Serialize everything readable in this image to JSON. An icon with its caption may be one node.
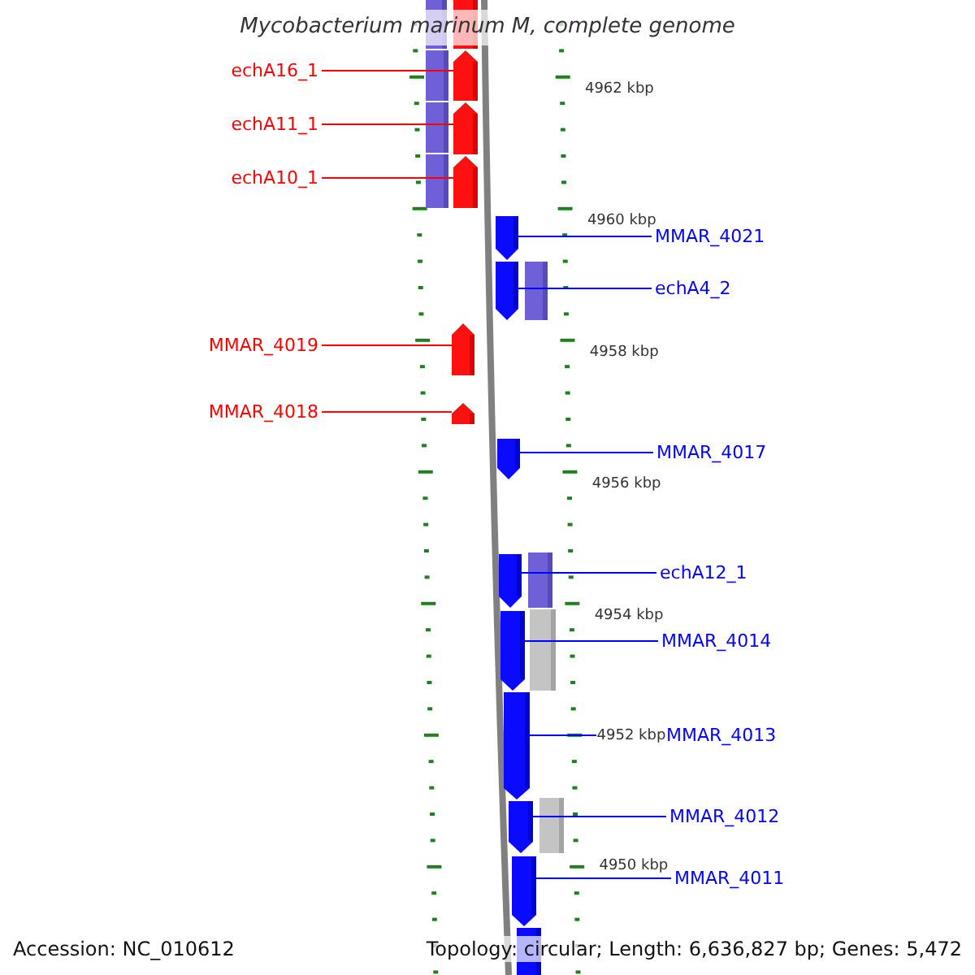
{
  "diagram": {
    "title": "Mycobacterium marinum M, complete genome",
    "nodes": [
      {
        "text": [],
        "shape": "box"
      },
      {
        "text": [],
        "shape": "box"
      },
      {
        "text": [
          "echA16_1"
        ]
      },
      {
        "text": [],
        "shape": "box"
      },
      {
        "text": [],
        "shape": "arrow"
      },
      {
        "text": [
          "echA11_1"
        ]
      },
      {
        "text": [],
        "shape": "box"
      },
      {
        "text": [],
        "shape": "arrow"
      },
      {
        "text": [
          "echA10_1"
        ]
      },
      {
        "text": [],
        "shape": "box"
      },
      {
        "text": [],
        "shape": "arrow"
      },
      {
        "text": [],
        "shape": "arrow"
      },
      {
        "text": [
          "MMAR_4021"
        ]
      },
      {
        "text": [],
        "shape": "arrow"
      },
      {
        "text": [],
        "shape": "box"
      },
      {
        "text": [
          "echA4_2"
        ]
      },
      {
        "text": [
          "MMAR_4019"
        ]
      },
      {
        "text": [],
        "shape": "arrow"
      },
      {
        "text": [
          "MMAR_4018"
        ]
      },
      {
        "text": [],
        "shape": "arrow"
      },
      {
        "text": [],
        "shape": "arrow"
      },
      {
        "text": [
          "MMAR_4017"
        ]
      },
      {
        "text": [],
        "shape": "arrow"
      },
      {
        "text": [],
        "shape": "box"
      },
      {
        "text": [
          "echA12_1"
        ]
      },
      {
        "text": [],
        "shape": "arrow"
      },
      {
        "text": [],
        "shape": "box"
      },
      {
        "text": [
          "MMAR_4014"
        ]
      },
      {
        "text": [],
        "shape": "arrow"
      },
      {
        "text": [
          "MMAR_4013"
        ]
      },
      {
        "text": [],
        "shape": "arrow"
      },
      {
        "text": [],
        "shape": "box"
      },
      {
        "text": [
          "MMAR_4012"
        ]
      },
      {
        "text": [],
        "shape": "arrow"
      },
      {
        "text": [
          "MMAR_4011"
        ]
      },
      {
        "text": [],
        "shape": "box"
      }
    ],
    "edges": [
      {
        "from": 2,
        "to": 4,
        "arrow": "none",
        "color": "#ff0000"
      },
      {
        "from": 5,
        "to": 7,
        "arrow": "none",
        "color": "#ff0000"
      },
      {
        "from": 8,
        "to": 10,
        "arrow": "none",
        "color": "#ff0000"
      },
      {
        "from": 12,
        "to": 11,
        "arrow": "none"
      },
      {
        "from": 15,
        "to": 13,
        "arrow": "none"
      },
      {
        "from": 16,
        "to": 17,
        "arrow": "none",
        "color": "#ff0000"
      },
      {
        "from": 18,
        "to": 19,
        "arrow": "none",
        "color": "#ff0000"
      },
      {
        "from": 21,
        "to": 20,
        "arrow": "none"
      },
      {
        "from": 24,
        "to": 22,
        "arrow": "none"
      },
      {
        "from": 27,
        "to": 25,
        "arrow": "none"
      },
      {
        "from": 29,
        "to": 28,
        "arrow": "none"
      },
      {
        "from": 32,
        "to": 30,
        "arrow": "none"
      },
      {
        "from": 34,
        "to": 33,
        "arrow": "none"
      }
    ],
    "labels": [
      "4962 kbp",
      "4960 kbp",
      "4958 kbp",
      "4956 kbp",
      "4954 kbp",
      "4952 kbp",
      "4950 kbp",
      "Accession: NC_010612",
      "Topology: circular; Length: 6,636,827 bp; Genes: 5,472"
    ]
  }
}
